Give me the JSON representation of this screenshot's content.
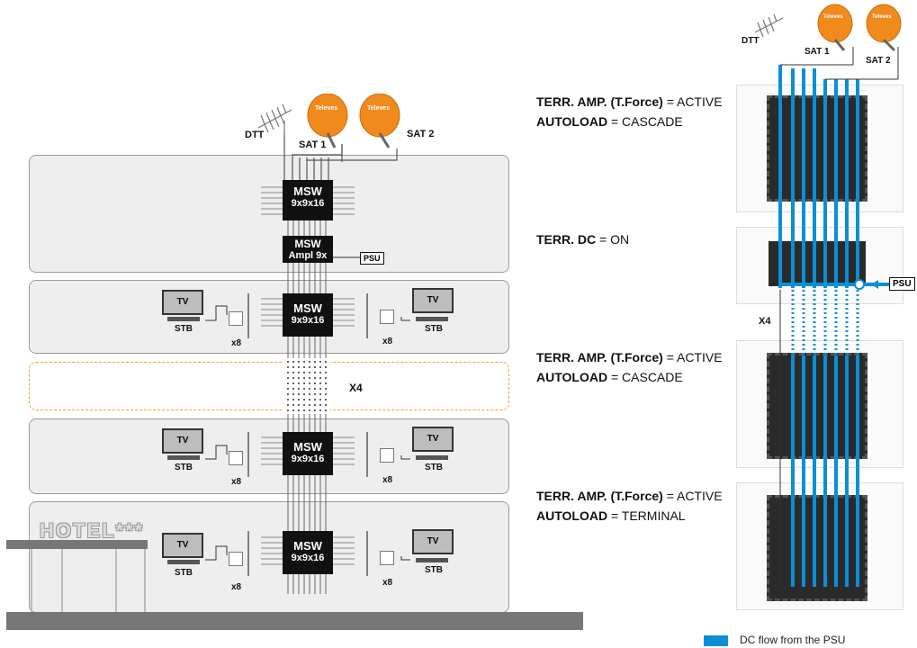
{
  "antennas": {
    "dtt": "DTT",
    "sat1": "SAT 1",
    "sat2": "SAT 2",
    "brand": "Televes"
  },
  "devices": {
    "msw_title": "MSW",
    "msw_model": "9x9x16",
    "amp_title": "MSW",
    "amp_model": "Ampl 9x",
    "psu": "PSU",
    "tv": "TV",
    "stb": "STB",
    "x8": "x8",
    "x4": "X4"
  },
  "building": {
    "hotel_sign": "HOTEL***"
  },
  "configs": [
    {
      "line1_key": "TERR. AMP. (T.Force)",
      "line1_val": "= ACTIVE",
      "line2_key": "AUTOLOAD",
      "line2_val": "= CASCADE"
    },
    {
      "line1_key": "TERR. DC",
      "line1_val": "= ON"
    },
    {
      "line1_key": "TERR. AMP. (T.Force)",
      "line1_val": "= ACTIVE",
      "line2_key": "AUTOLOAD",
      "line2_val": "= CASCADE"
    },
    {
      "line1_key": "TERR. AMP. (T.Force)",
      "line1_val": "= ACTIVE",
      "line2_key": "AUTOLOAD",
      "line2_val": "= TERMINAL"
    }
  ],
  "legend": {
    "label": "DC flow from the PSU",
    "color": "#0a8fd6"
  }
}
